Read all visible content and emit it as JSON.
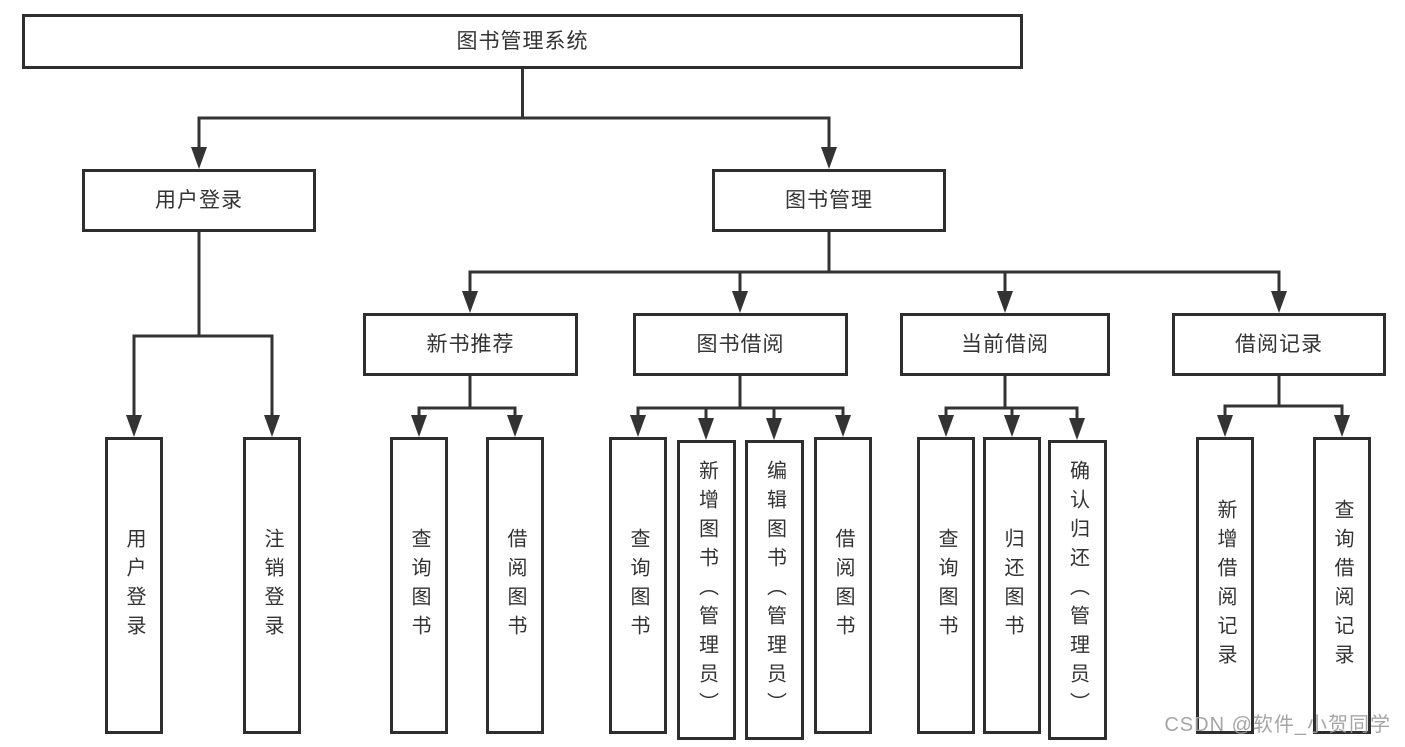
{
  "diagram": {
    "title": "图书管理系统",
    "nodes": {
      "root": {
        "label": "图书管理系统"
      },
      "user_login": {
        "label": "用户登录"
      },
      "book_mgmt": {
        "label": "图书管理"
      },
      "new_book_rec": {
        "label": "新书推荐"
      },
      "book_borrow": {
        "label": "图书借阅"
      },
      "current_borrow": {
        "label": "当前借阅"
      },
      "borrow_record": {
        "label": "借阅记录"
      },
      "ul_login": {
        "label": "用户登录"
      },
      "ul_logout": {
        "label": "注销登录"
      },
      "nbr_query_book": {
        "label": "查询图书"
      },
      "nbr_borrow_book": {
        "label": "借阅图书"
      },
      "bb_query_book": {
        "label": "查询图书"
      },
      "bb_add_book": {
        "label": "新增图书（管理员）"
      },
      "bb_edit_book": {
        "label": "编辑图书（管理员）"
      },
      "bb_borrow_book": {
        "label": "借阅图书"
      },
      "cb_query_book": {
        "label": "查询图书"
      },
      "cb_return_book": {
        "label": "归还图书"
      },
      "cb_confirm_return": {
        "label": "确认归还（管理员）"
      },
      "br_add_record": {
        "label": "新增借阅记录"
      },
      "br_query_record": {
        "label": "查询借阅记录"
      }
    }
  },
  "watermark": {
    "text": "CSDN @软件_小贺同学"
  },
  "colors": {
    "line": "#333333",
    "box_border": "#2e2e2e",
    "text": "#333333",
    "background": "#ffffff",
    "watermark": "#9e9e9e"
  }
}
